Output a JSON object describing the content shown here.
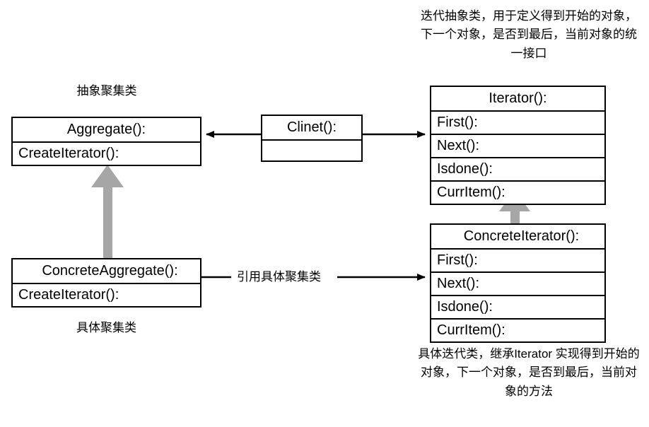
{
  "diagram": {
    "title_note_top": "迭代抽象类，用于定义得到开始的对象，下一个对象，是否到最后，当前对象的统一接口",
    "title_note_bottom": "具体迭代类，继承Iterator 实现得到开始的对象，下一个对象，是否到最后，当前对象的方法",
    "caption_abstract_aggregate": "抽象聚集类",
    "caption_concrete_aggregate": "具体聚集类",
    "edge_label_reference": "引用具体聚集类",
    "colors": {
      "stroke": "#000000",
      "inheritance_arrow": "#a6a6a6",
      "background": "#ffffff",
      "text": "#000000"
    },
    "classes": {
      "aggregate": {
        "name": "Aggregate():",
        "members": [
          "CreateIterator():"
        ]
      },
      "concrete_aggregate": {
        "name": "ConcreteAggregate():",
        "members": [
          "CreateIterator():"
        ]
      },
      "client": {
        "name": "Clinet():",
        "members": [
          ""
        ]
      },
      "iterator": {
        "name": "Iterator():",
        "members": [
          "First():",
          "Next():",
          "Isdone():",
          "CurrItem():"
        ]
      },
      "concrete_iterator": {
        "name": "ConcreteIterator():",
        "members": [
          "First():",
          "Next():",
          "Isdone():",
          "CurrItem():"
        ]
      }
    }
  }
}
